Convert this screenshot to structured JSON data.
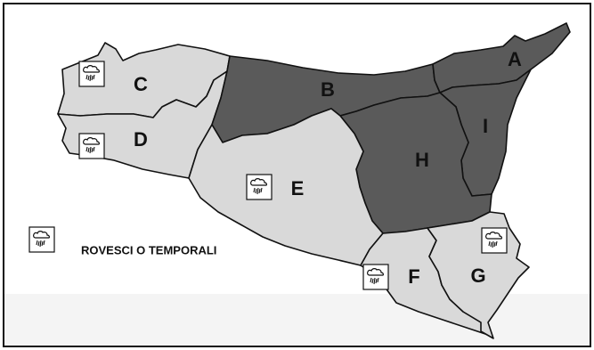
{
  "colors": {
    "dark_region": "#5a5a5a",
    "light_region": "#d9d9d9",
    "border": "#111111",
    "background": "#ffffff",
    "noise_bg": "#f2f2f2"
  },
  "regions": [
    {
      "id": "A",
      "label": "A",
      "shade": "dark"
    },
    {
      "id": "B",
      "label": "B",
      "shade": "dark"
    },
    {
      "id": "C",
      "label": "C",
      "shade": "light"
    },
    {
      "id": "D",
      "label": "D",
      "shade": "light"
    },
    {
      "id": "E",
      "label": "E",
      "shade": "light"
    },
    {
      "id": "F",
      "label": "F",
      "shade": "light"
    },
    {
      "id": "G",
      "label": "G",
      "shade": "light"
    },
    {
      "id": "H",
      "label": "H",
      "shade": "dark"
    },
    {
      "id": "I",
      "label": "I",
      "shade": "dark"
    }
  ],
  "weather_icon": "rain-shower-icon",
  "legend": {
    "icon": "rain-shower-icon",
    "text": "ROVESCI O TEMPORALI"
  }
}
